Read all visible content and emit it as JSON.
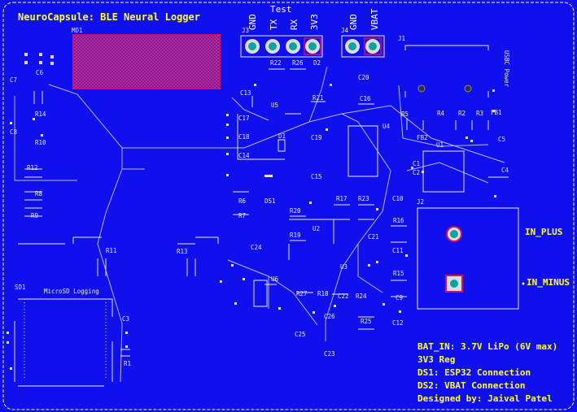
{
  "title": "NeuroCapsule: BLE Neural Logger",
  "colors": {
    "board": "#1010ee",
    "outline": "#ffff33",
    "silk": "#e8e8e8",
    "trace": "#b8b8c8",
    "pad_ring": "#dcdcdc",
    "pad_center": "#10a0a0",
    "md1_fill": "#d01060"
  },
  "headers": {
    "j3": {
      "designator": "J3",
      "group_label": "Test",
      "pins": [
        "GND",
        "TX",
        "RX",
        "3V3"
      ]
    },
    "j4": {
      "designator": "J4",
      "pins": [
        "GND",
        "VBAT"
      ]
    }
  },
  "connector_labels": {
    "j1": "J1",
    "j2": "J2",
    "in_plus": "IN_PLUS",
    "in_minus": "IN_MINUS",
    "usbc": "USBC Power"
  },
  "microsd": {
    "designator": "SD1",
    "label": "MicroSD Logging"
  },
  "md1": "MD1",
  "refs": {
    "c7": "C7",
    "c6": "C6",
    "r14": "R14",
    "c8": "C8",
    "r10": "R10",
    "r12": "R12",
    "r8": "R8",
    "r9": "R9",
    "r11": "R11",
    "r13": "R13",
    "c3": "C3",
    "r1": "R1",
    "c13": "C13",
    "c17": "C17",
    "c18": "C18",
    "c14": "C14",
    "u5": "U5",
    "d1": "D1",
    "c19": "C19",
    "c15": "C15",
    "r6": "R6",
    "ds1": "DS1",
    "r7": "R7",
    "r20": "R20",
    "r19": "R19",
    "u2": "U2",
    "r17": "R17",
    "r23": "R23",
    "c24": "C24",
    "u6": "U6",
    "r27": "R27",
    "r18": "R18",
    "c22": "C22",
    "r24": "R24",
    "c26": "C26",
    "c25": "C25",
    "c23": "C23",
    "r25": "R25",
    "c21": "C21",
    "u3": "U3",
    "c10": "C10",
    "r16": "R16",
    "c11": "C11",
    "r15": "R15",
    "c9": "C9",
    "c12": "C12",
    "r22": "R22",
    "r26": "R26",
    "d2": "D2",
    "r21": "R21",
    "c20": "C20",
    "c16": "C16",
    "u4": "U4",
    "r5": "R5",
    "r4": "R4",
    "r2": "R2",
    "r3": "R3",
    "fb1": "FB1",
    "fb2": "FB2",
    "u1": "U1",
    "c5": "C5",
    "c1": "C1",
    "c2": "C2",
    "c4": "C4"
  },
  "notes": [
    "BAT_IN: 3.7V LiPo (6V max)",
    "3V3 Reg",
    "DS1: ESP32 Connection",
    "DS2: VBAT Connection",
    "Designed by: Jaival Patel"
  ]
}
